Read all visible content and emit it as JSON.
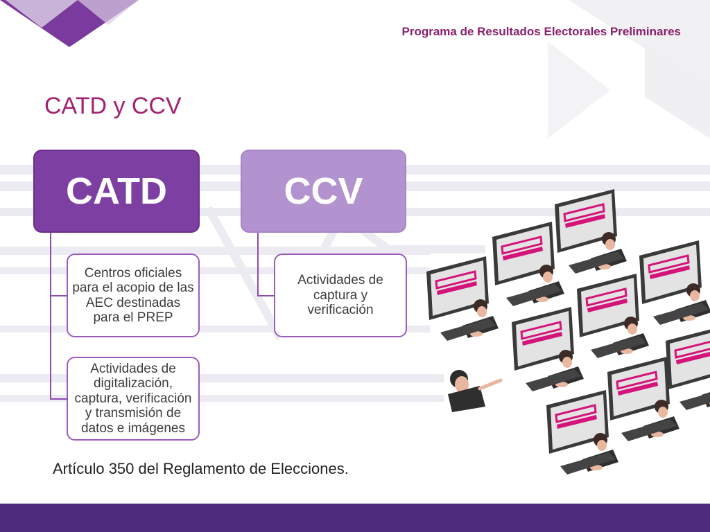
{
  "header": {
    "program_title": "Programa de Resultados Electorales Preliminares"
  },
  "slide": {
    "title": "CATD y CCV"
  },
  "diagram": {
    "catd": {
      "label": "CATD",
      "items": [
        "Centros oficiales para el acopio de las AEC destinadas para el PREP",
        "Actividades de digitalización, captura, verificación y transmisión de datos e imágenes"
      ]
    },
    "ccv": {
      "label": "CCV",
      "items": [
        "Actividades de captura y verificación"
      ]
    }
  },
  "footer_note": "Artículo 350 del Reglamento de Elecciones.",
  "colors": {
    "primary_purple": "#7e3fa3",
    "light_purple": "#b393cf",
    "title_magenta": "#a4216f",
    "footer_purple": "#4f2b7e",
    "screen_pink": "#d4147a"
  },
  "illustration": {
    "icon": "workstations-illustration"
  }
}
